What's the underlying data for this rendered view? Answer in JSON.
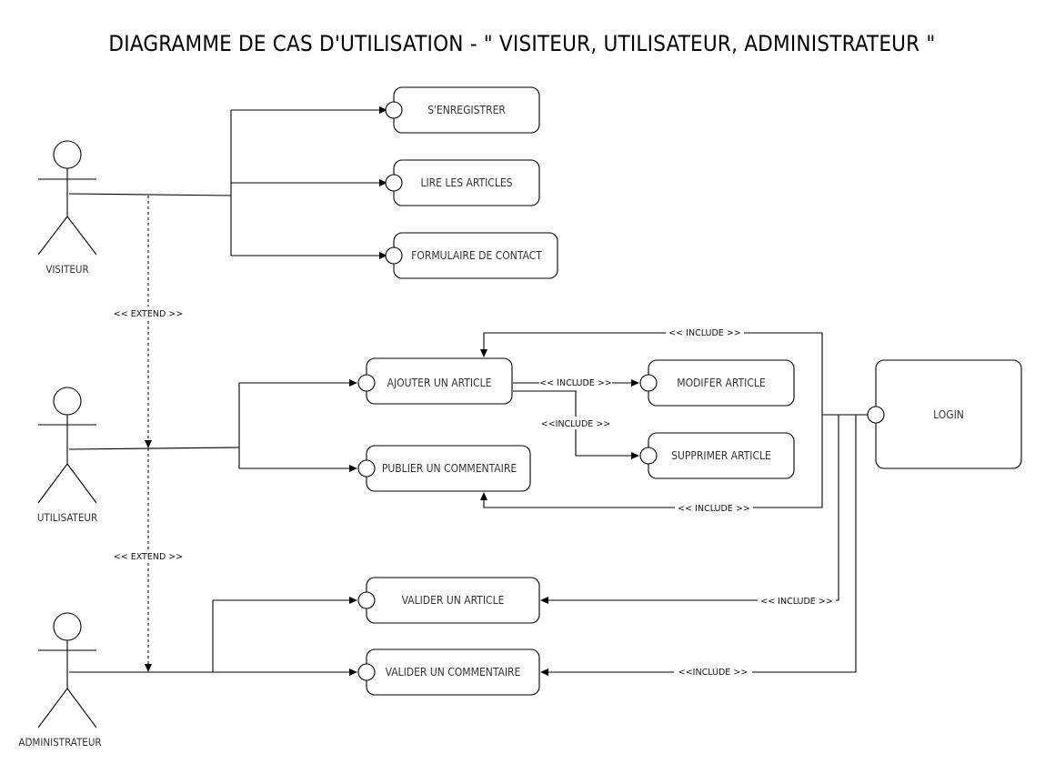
{
  "title": "DIAGRAMME DE CAS D'UTILISATION - \" VISITEUR, UTILISATEUR, ADMINISTRATEUR \"",
  "actors": {
    "visiteur": "VISITEUR",
    "utilisateur": "UTILISATEUR",
    "administrateur": "ADMINISTRATEUR"
  },
  "use_cases": {
    "enregistrer": "S'ENREGISTRER",
    "lire_articles": "LIRE LES ARTICLES",
    "formulaire_contact": "FORMULAIRE DE CONTACT",
    "ajouter_article": "AJOUTER UN ARTICLE",
    "publier_commentaire": "PUBLIER UN COMMENTAIRE",
    "modifier_article": "MODIFER ARTICLE",
    "supprimer_article": "SUPPRIMER ARTICLE",
    "login": "LOGIN",
    "valider_article": "VALIDER UN ARTICLE",
    "valider_commentaire": "VALIDER UN COMMENTAIRE"
  },
  "relations": {
    "extend_1": "<< EXTEND >>",
    "extend_2": "<< EXTEND >>",
    "include_top": "<< INCLUDE >>",
    "include_modifier": "<< INCLUDE >>",
    "include_supprimer": "<<INCLUDE >>",
    "include_publier": "<< INCLUDE >>",
    "include_valider_article": "<< INCLUDE >>",
    "include_valider_commentaire": "<<INCLUDE >>"
  }
}
